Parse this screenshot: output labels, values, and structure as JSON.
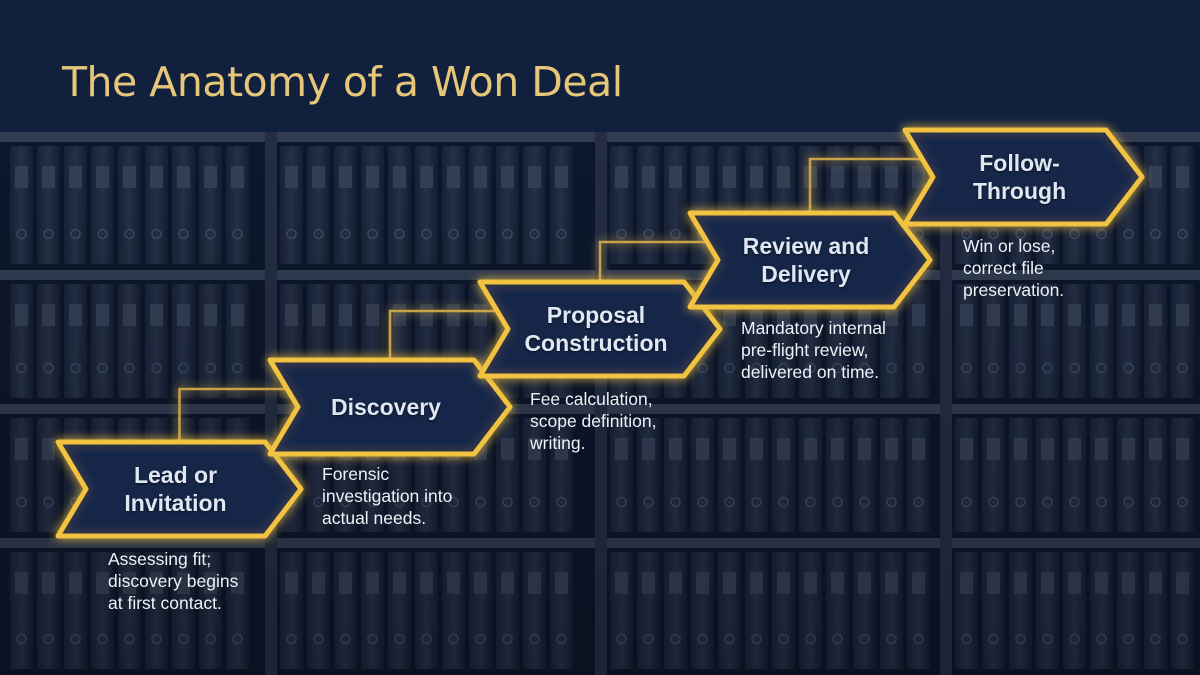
{
  "title": "The Anatomy of a Won Deal",
  "colors": {
    "background": "#0f1b33",
    "title": "#e6c77a",
    "chevron_fill": "#15284a",
    "chevron_outline": "#f1c33f",
    "label_text": "#dfe7f2",
    "description_text": "#eef2f7"
  },
  "steps": [
    {
      "label_lines": [
        "Lead or",
        "Invitation"
      ],
      "description_lines": [
        "Assessing fit;",
        "discovery begins",
        "at first contact."
      ]
    },
    {
      "label_lines": [
        "Discovery"
      ],
      "description_lines": [
        "Forensic",
        "investigation into",
        "actual needs."
      ]
    },
    {
      "label_lines": [
        "Proposal",
        "Construction"
      ],
      "description_lines": [
        "Fee calculation,",
        "scope definition,",
        "writing."
      ]
    },
    {
      "label_lines": [
        "Review and",
        "Delivery"
      ],
      "description_lines": [
        "Mandatory internal",
        "pre-flight review,",
        "delivered on time."
      ]
    },
    {
      "label_lines": [
        "Follow-",
        "Through"
      ],
      "description_lines": [
        "Win or lose,",
        "correct file",
        "preservation."
      ]
    }
  ]
}
